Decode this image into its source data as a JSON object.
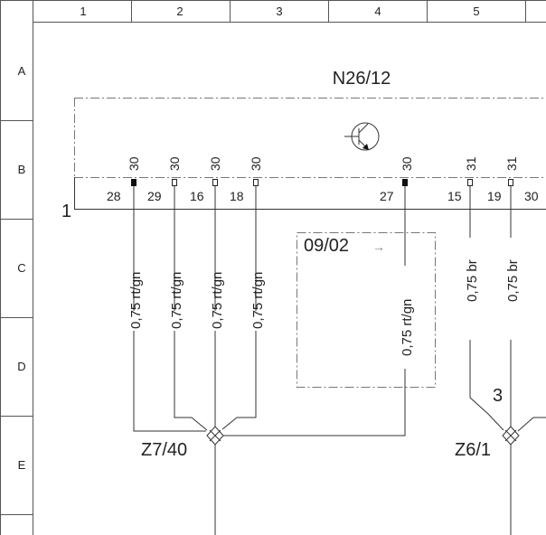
{
  "grid": {
    "columns": [
      "1",
      "2",
      "3",
      "4",
      "5"
    ],
    "rows": [
      "A",
      "B",
      "C",
      "D",
      "E"
    ]
  },
  "module": {
    "name": "N26/12",
    "left_marker": "1",
    "top_pins": [
      "30",
      "30",
      "30",
      "30",
      "30",
      "31",
      "31"
    ],
    "bottom_pins": [
      "28",
      "29",
      "16",
      "18",
      "27",
      "15",
      "19",
      "30"
    ]
  },
  "inset": {
    "label": "09/02",
    "arrow": "→"
  },
  "wires": [
    "0,75 rt/gn",
    "0,75 rt/gn",
    "0,75 rt/gn",
    "0,75 rt/gn",
    "0,75 rt/gn",
    "0,75 br",
    "0,75 br"
  ],
  "junctions": {
    "left": "Z7/40",
    "right": "Z6/1",
    "right_number": "3"
  }
}
